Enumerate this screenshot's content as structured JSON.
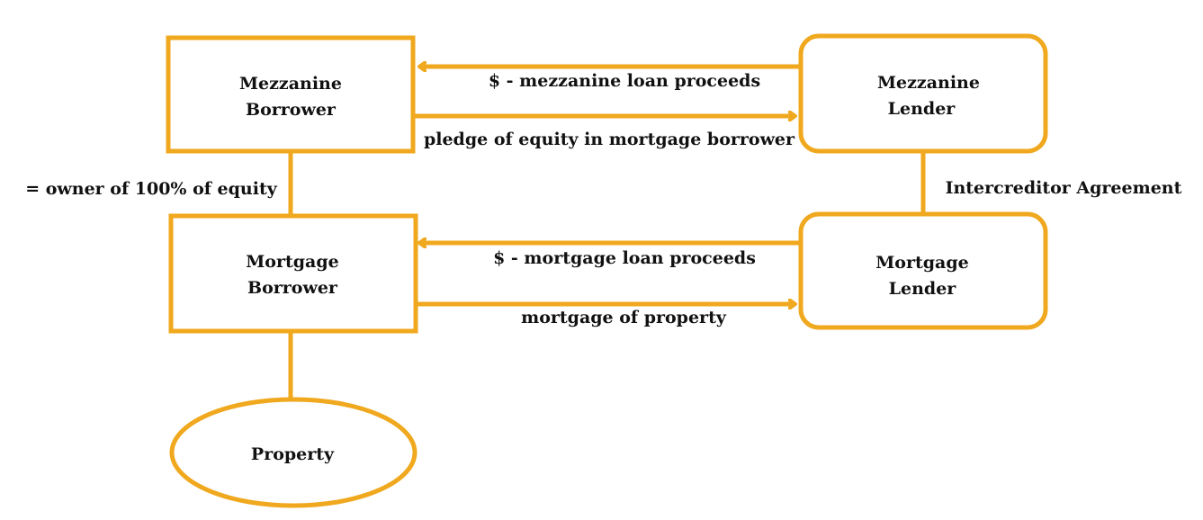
{
  "colors": {
    "stroke": "#F0A81E",
    "text": "#111111",
    "background": "#FFFFFF"
  },
  "nodes": {
    "mezzanine_borrower": {
      "line1": "Mezzanine",
      "line2": "Borrower"
    },
    "mezzanine_lender": {
      "line1": "Mezzanine",
      "line2": "Lender"
    },
    "mortgage_borrower": {
      "line1": "Mortgage",
      "line2": "Borrower"
    },
    "mortgage_lender": {
      "line1": "Mortgage",
      "line2": "Lender"
    },
    "property": {
      "label": "Property"
    }
  },
  "edges": {
    "mezz_proceeds": "$ -  mezzanine loan proceeds",
    "mezz_pledge": "pledge of equity in mortgage borrower",
    "owner_equity": "= owner of 100% of equity",
    "intercreditor": "Intercreditor Agreement",
    "mort_proceeds": "$ - mortgage loan proceeds",
    "mort_property": "mortgage of property"
  }
}
